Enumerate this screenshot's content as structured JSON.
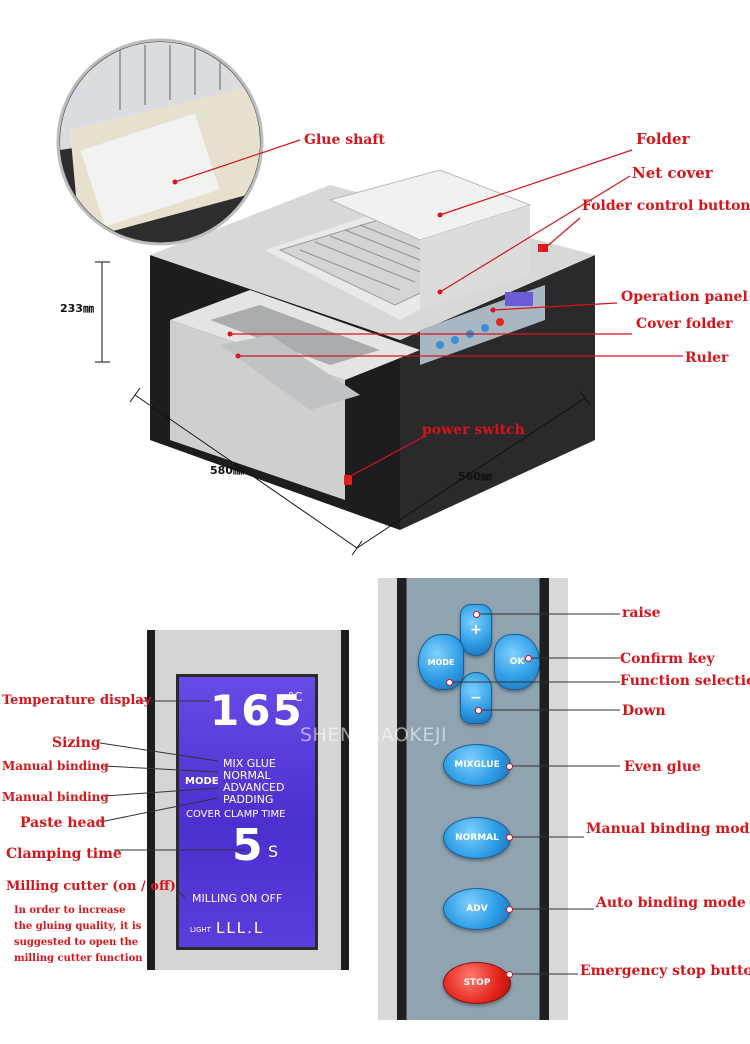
{
  "top_labels": {
    "glue_shaft": "Glue shaft",
    "folder": "Folder",
    "net_cover": "Net cover",
    "folder_control_button": "Folder control button",
    "operation_panel": "Operation panel",
    "cover_folder": "Cover folder",
    "ruler": "Ruler",
    "power_switch": "power switch"
  },
  "dimensions": {
    "height": "233㎜",
    "width": "580㎜",
    "depth": "560㎜"
  },
  "lcd_labels": {
    "temperature_display": "Temperature display",
    "sizing": "Sizing",
    "manual_binding_1": "Manual binding",
    "manual_binding_2": "Manual binding",
    "paste_head": "Paste head",
    "clamping_time": "Clamping time",
    "milling_cutter": "Milling cutter (on / off)",
    "note": "In order to increase the gluing quality, it is suggested to open the milling cutter function"
  },
  "lcd_screen": {
    "temperature": "165",
    "temp_unit": "°C",
    "mode_label": "MODE",
    "mode_mixglue": "MIX GLUE",
    "mode_normal": "NORMAL",
    "mode_advanced": "ADVANCED",
    "mode_padding": "PADDING",
    "cover_clamp_time": "COVER CLAMP TIME",
    "clamp_value": "5",
    "clamp_unit": "S",
    "milling": "MILLING ON  OFF",
    "light_label": "LIGHT",
    "light_value": "LLL.L"
  },
  "watermark": "SHENJIAAOKEJI",
  "panel_buttons": {
    "plus": "+",
    "minus": "−",
    "mode": "MODE",
    "ok": "OK",
    "mixglue": "MIXGLUE",
    "normal": "NORMAL",
    "adv": "ADV",
    "stop": "STOP"
  },
  "panel_labels": {
    "raise": "raise",
    "confirm_key": "Confirm key",
    "function_selection": "Function selection",
    "down": "Down",
    "even_glue": "Even glue",
    "manual_binding_mode": "Manual binding mode",
    "auto_binding_mode": "Auto binding mode",
    "emergency_stop_button": "Emergency stop button"
  },
  "colors": {
    "label_red": "#d7141a",
    "lcd_purple": "#5a3ad8",
    "button_blue": "#2f9ee6",
    "stop_red": "#e3251c"
  }
}
